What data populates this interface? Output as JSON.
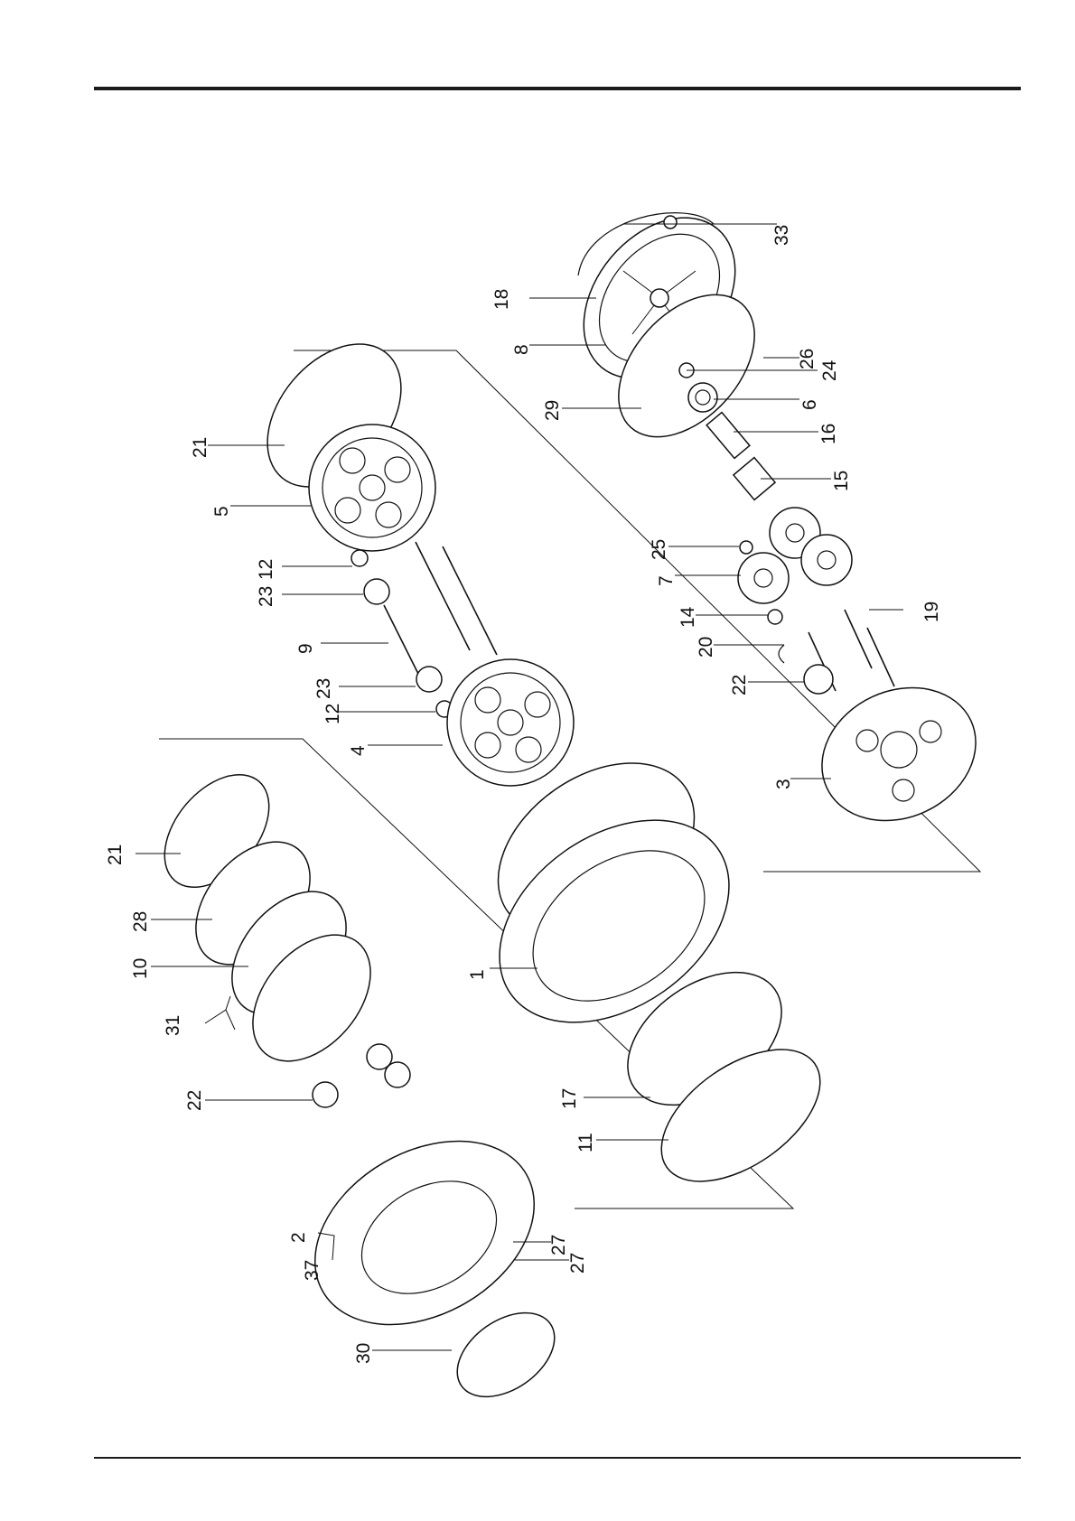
{
  "callouts": [
    {
      "id": "c-33",
      "text": "33"
    },
    {
      "id": "c-18",
      "text": "18"
    },
    {
      "id": "c-8",
      "text": "8"
    },
    {
      "id": "c-26",
      "text": "26"
    },
    {
      "id": "c-24",
      "text": "24"
    },
    {
      "id": "c-29",
      "text": "29"
    },
    {
      "id": "c-6",
      "text": "6"
    },
    {
      "id": "c-16",
      "text": "16"
    },
    {
      "id": "c-15",
      "text": "15"
    },
    {
      "id": "c-21a",
      "text": "21"
    },
    {
      "id": "c-5",
      "text": "5"
    },
    {
      "id": "c-12a",
      "text": "12"
    },
    {
      "id": "c-23a",
      "text": "23"
    },
    {
      "id": "c-9",
      "text": "9"
    },
    {
      "id": "c-23b",
      "text": "23"
    },
    {
      "id": "c-12b",
      "text": "12"
    },
    {
      "id": "c-4",
      "text": "4"
    },
    {
      "id": "c-25",
      "text": "25"
    },
    {
      "id": "c-7",
      "text": "7"
    },
    {
      "id": "c-14",
      "text": "14"
    },
    {
      "id": "c-20",
      "text": "20"
    },
    {
      "id": "c-22a",
      "text": "22"
    },
    {
      "id": "c-19",
      "text": "19"
    },
    {
      "id": "c-3",
      "text": "3"
    },
    {
      "id": "c-21b",
      "text": "21"
    },
    {
      "id": "c-28",
      "text": "28"
    },
    {
      "id": "c-10",
      "text": "10"
    },
    {
      "id": "c-31",
      "text": "31"
    },
    {
      "id": "c-1",
      "text": "1"
    },
    {
      "id": "c-22b",
      "text": "22"
    },
    {
      "id": "c-17",
      "text": "17"
    },
    {
      "id": "c-11",
      "text": "11"
    },
    {
      "id": "c-2",
      "text": "2"
    },
    {
      "id": "c-37",
      "text": "37"
    },
    {
      "id": "c-27a",
      "text": "27"
    },
    {
      "id": "c-27b",
      "text": "27"
    },
    {
      "id": "c-30",
      "text": "30"
    }
  ]
}
